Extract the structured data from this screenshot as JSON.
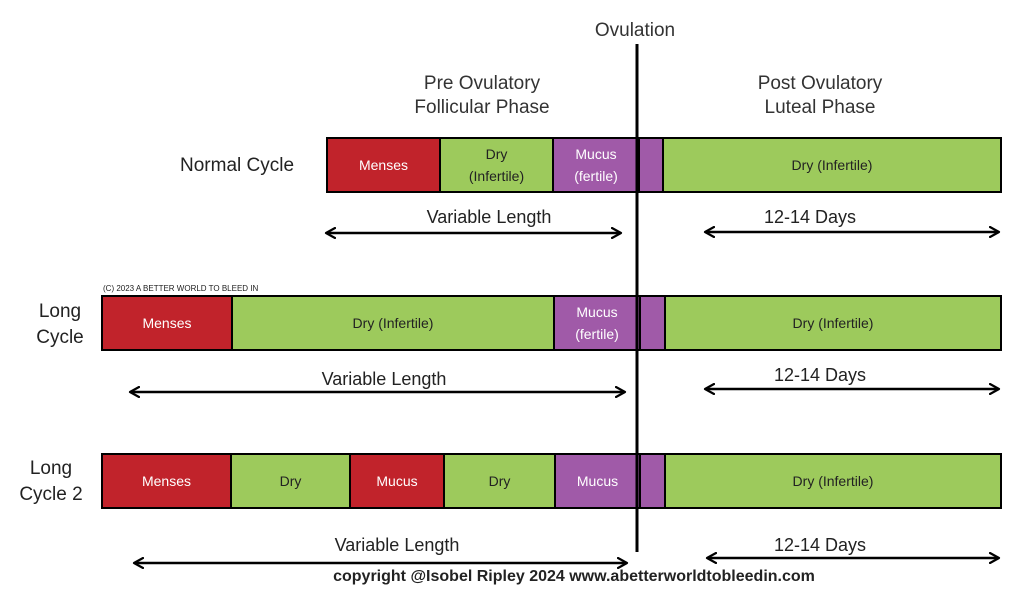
{
  "ovulation_label": "Ovulation",
  "pre_phase": {
    "line1": "Pre Ovulatory",
    "line2": "Follicular Phase"
  },
  "post_phase": {
    "line1": "Post Ovulatory",
    "line2": "Luteal Phase"
  },
  "rows": [
    {
      "label": "Normal Cycle",
      "segments": [
        {
          "text": "Menses",
          "color": "#c1232b"
        },
        {
          "text": "Dry\n(Infertile)",
          "color": "#9dca5c"
        },
        {
          "text": "Mucus\n(fertile)",
          "color": "#a05aa8"
        },
        {
          "text": "",
          "color": "#a05aa8"
        },
        {
          "text": "Dry   (Infertile)",
          "color": "#9dca5c"
        }
      ],
      "pre_length": "Variable Length",
      "post_length": "12-14 Days"
    },
    {
      "label_line1": "Long",
      "label_line2": "Cycle",
      "segments": [
        {
          "text": "Menses",
          "color": "#c1232b"
        },
        {
          "text": "Dry   (Infertile)",
          "color": "#9dca5c"
        },
        {
          "text": "Mucus\n(fertile)",
          "color": "#a05aa8"
        },
        {
          "text": "",
          "color": "#a05aa8"
        },
        {
          "text": "Dry   (Infertile)",
          "color": "#9dca5c"
        }
      ],
      "pre_length": "Variable Length",
      "post_length": "12-14 Days"
    },
    {
      "label_line1": "Long",
      "label_line2": "Cycle 2",
      "segments": [
        {
          "text": "Menses",
          "color": "#c1232b"
        },
        {
          "text": "Dry",
          "color": "#9dca5c"
        },
        {
          "text": "Mucus",
          "color": "#c1232b"
        },
        {
          "text": "Dry",
          "color": "#9dca5c"
        },
        {
          "text": "Mucus",
          "color": "#a05aa8"
        },
        {
          "text": "",
          "color": "#a05aa8"
        },
        {
          "text": "Dry     (Infertile)",
          "color": "#9dca5c"
        }
      ],
      "pre_length": "Variable Length",
      "post_length": "12-14 Days"
    }
  ],
  "watermark": "(C) 2023 A BETTER WORLD TO BLEED IN",
  "copyright": "copyright @Isobel Ripley 2024 www.abetterworldtobleedin.com"
}
